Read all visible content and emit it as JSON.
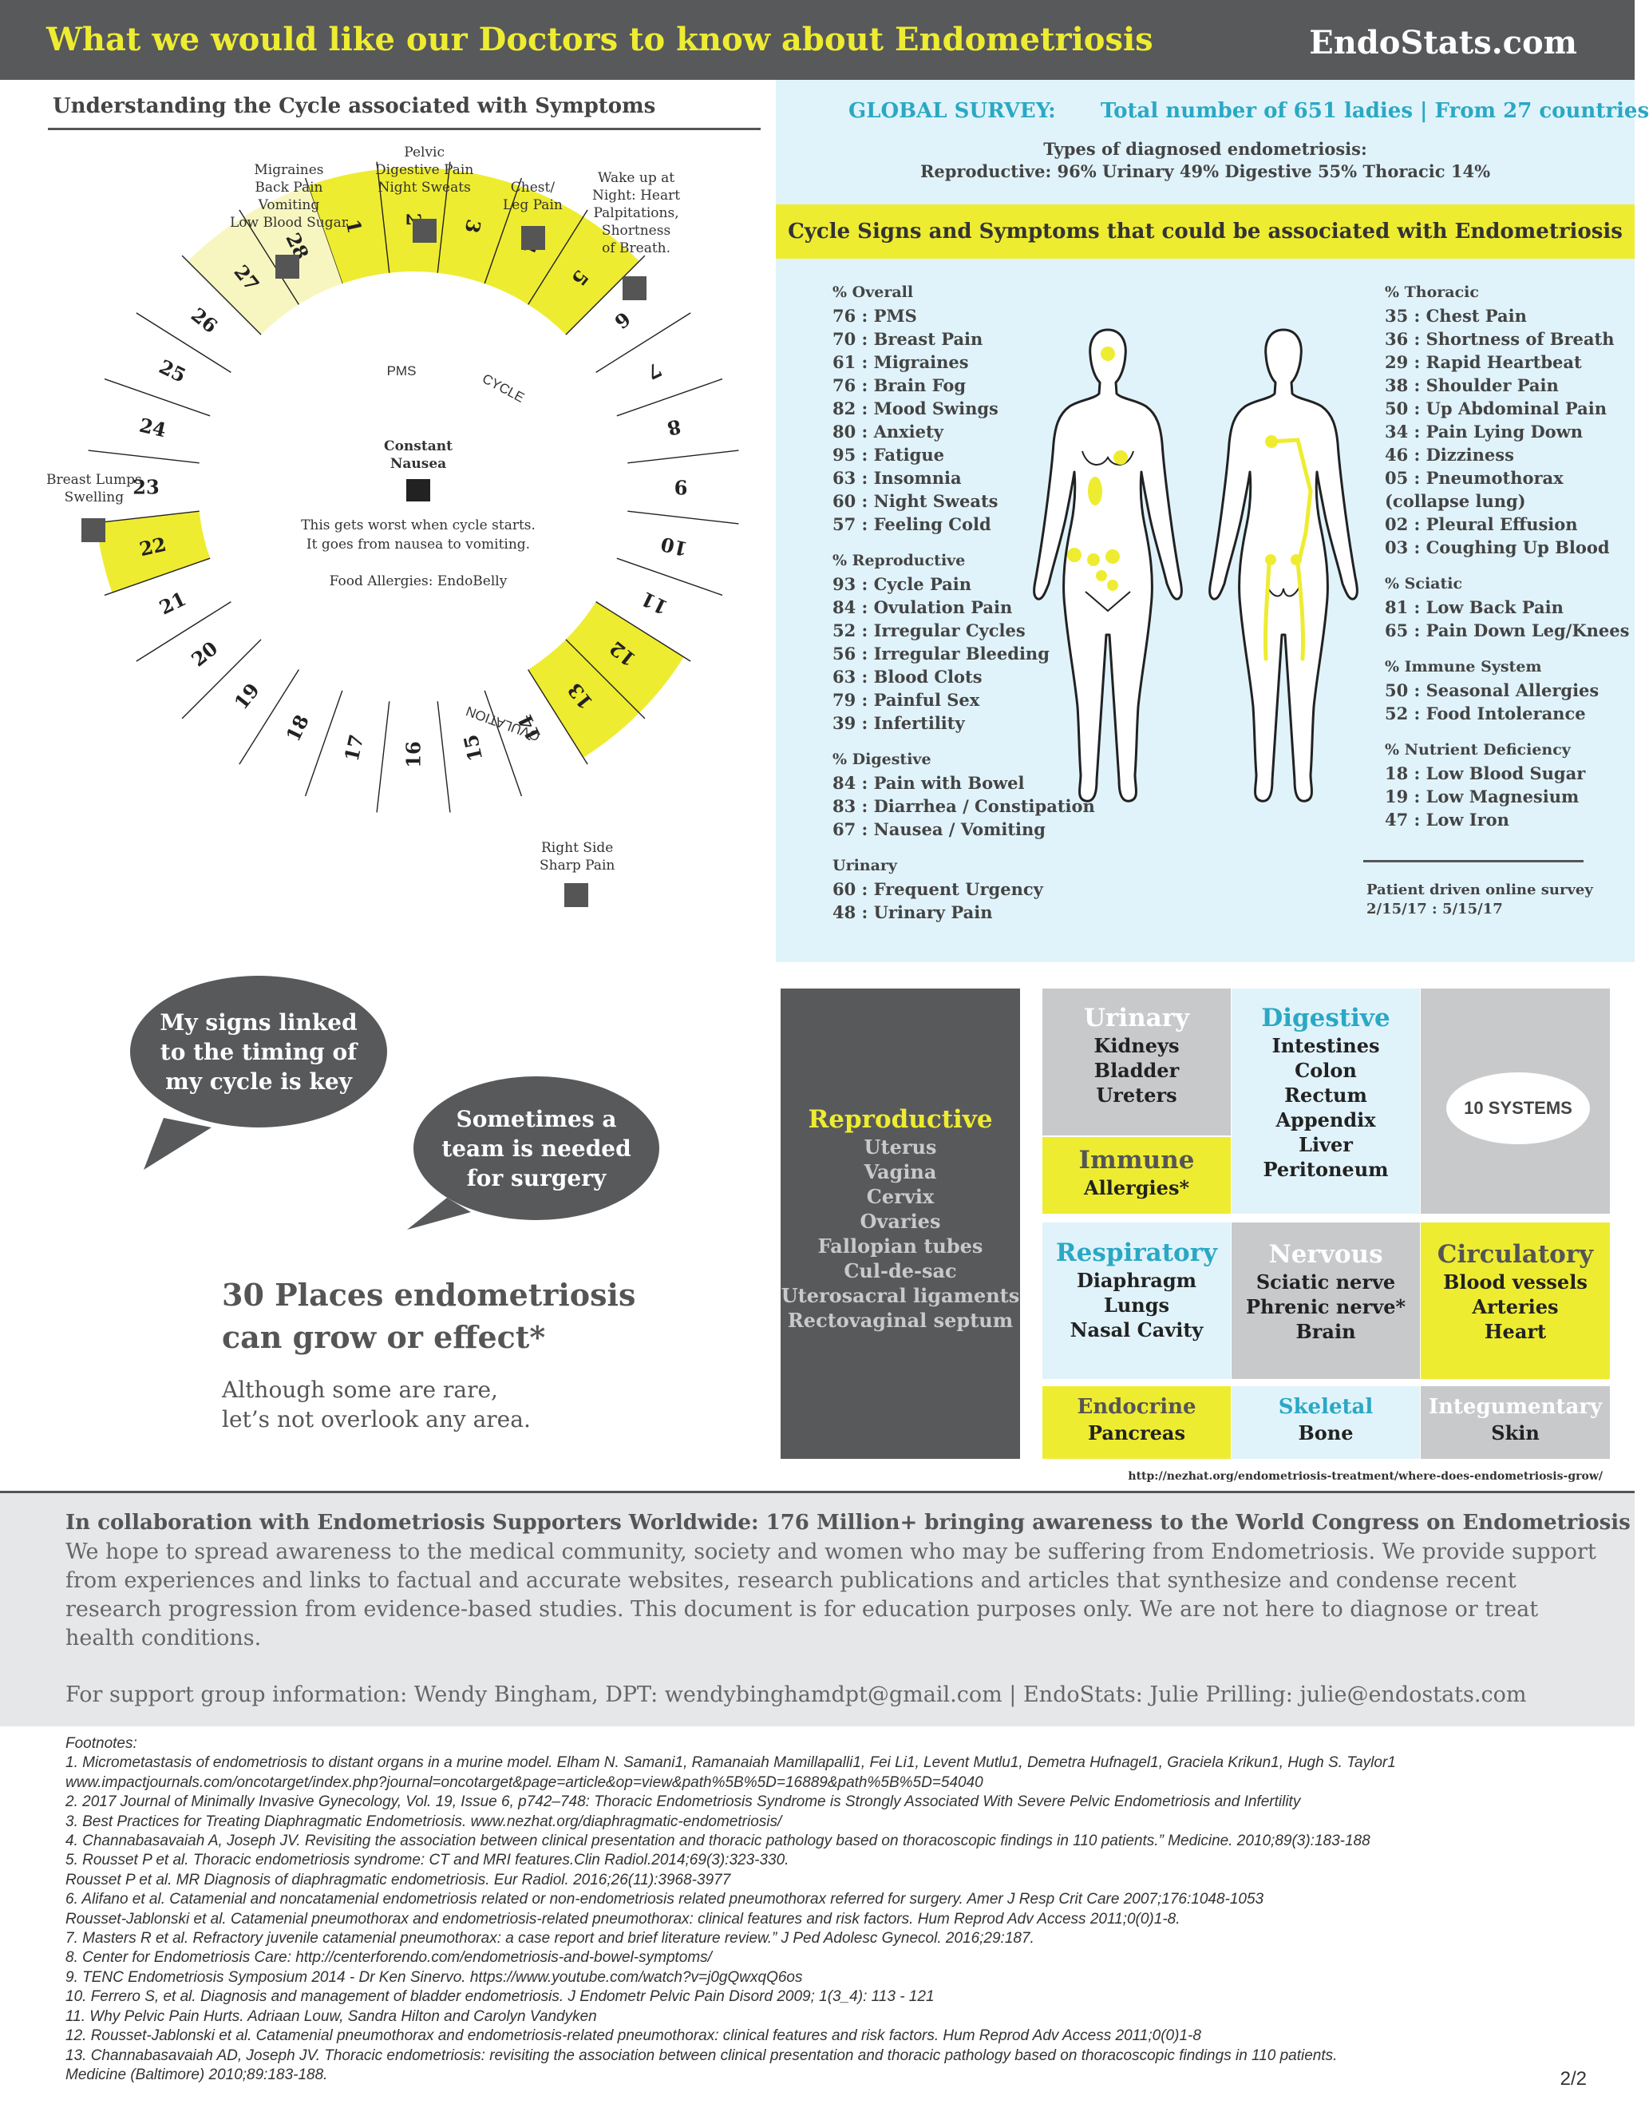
{
  "header": {
    "title": "What we would like our Doctors to know about Endometriosis",
    "site": "EndoStats.com"
  },
  "cycle": {
    "title": "Understanding the Cycle associated with Symptoms",
    "pms_label": "PMS",
    "cycle_label": "CYCLE",
    "ovulation_label": "OVULATION",
    "days": [
      "1",
      "2",
      "3",
      "4",
      "5",
      "6",
      "7",
      "8",
      "9",
      "10",
      "11",
      "12",
      "13",
      "14",
      "15",
      "16",
      "17",
      "18",
      "19",
      "20",
      "21",
      "22",
      "23",
      "24",
      "25",
      "26",
      "27",
      "28"
    ],
    "symptoms": {
      "migraines": "Migraines\nBack Pain\nVomiting\nLow Blood Sugar",
      "pelvic": "Pelvic\nDigestive Pain\nNight Sweats",
      "chest": "Chest/\nLeg Pain",
      "wake": "Wake up at\nNight: Heart\nPalpitations,\nShortness\nof Breath.",
      "breast": "Breast Lumps\nSwelling",
      "right_side": "Right Side\nSharp Pain"
    },
    "nausea_title": "Constant\nNausea",
    "nausea_note": "This gets worst when cycle starts.\nIt goes from nausea to vomiting.",
    "food_allergies": "Food Allergies:  EndoBelly"
  },
  "survey": {
    "global_label": "GLOBAL SURVEY:",
    "total": "Total number of 651 ladies  |  From 27 countries",
    "types_title": "Types of diagnosed endometriosis:",
    "types": "Reproductive: 96% Urinary 49% Digestive 55% Thoracic 14%",
    "bar_title": "Cycle Signs and Symptoms that could be associated with Endometriosis",
    "left_groups": [
      {
        "heading": "% Overall",
        "items": [
          "76 : PMS",
          "70 : Breast Pain",
          "61 : Migraines",
          "76 : Brain Fog",
          "82 : Mood Swings",
          "80 : Anxiety",
          "95 : Fatigue",
          "63 : Insomnia",
          "60 : Night Sweats",
          "57 : Feeling Cold"
        ]
      },
      {
        "heading": "% Reproductive",
        "items": [
          "93 : Cycle Pain",
          "84 : Ovulation Pain",
          "52 : Irregular Cycles",
          "56 : Irregular Bleeding",
          "63 : Blood Clots",
          "79 : Painful Sex",
          "39 : Infertility"
        ]
      },
      {
        "heading": "% Digestive",
        "items": [
          "84 : Pain with Bowel",
          "83 : Diarrhea  / Constipation",
          "67 : Nausea / Vomiting"
        ]
      },
      {
        "heading": "Urinary",
        "items": [
          "60 : Frequent Urgency",
          "48 : Urinary Pain"
        ]
      }
    ],
    "right_groups": [
      {
        "heading": "% Thoracic",
        "items": [
          "35 : Chest Pain",
          "36 : Shortness of Breath",
          "29 : Rapid Heartbeat",
          "38 : Shoulder Pain",
          "50 : Up Abdominal Pain",
          "34 : Pain Lying Down",
          "46 : Dizziness",
          "05 : Pneumothorax",
          "(collapse lung)",
          "02 : Pleural Effusion",
          "03 : Coughing Up Blood"
        ]
      },
      {
        "heading": "% Sciatic",
        "items": [
          "81 : Low Back Pain",
          "65 : Pain Down Leg/Knees"
        ]
      },
      {
        "heading": "% Immune System",
        "items": [
          "50 : Seasonal Allergies",
          "52 : Food Intolerance"
        ]
      },
      {
        "heading": "% Nutrient Deficiency",
        "items": [
          "18 : Low Blood Sugar",
          "19 : Low Magnesium",
          "47 : Low Iron"
        ]
      }
    ],
    "note": "Patient driven online survey",
    "dates": "2/15/17 :  5/15/17"
  },
  "bubbles": {
    "b1": "My signs linked\nto the timing of\nmy cycle is key",
    "b2": "Sometimes a\nteam is needed\nfor surgery"
  },
  "places": {
    "title": "30 Places endometriosis\ncan grow or effect*",
    "sub": "Although some are rare,\nlet’s not overlook any area."
  },
  "systems": {
    "reproductive": {
      "title": "Reproductive",
      "items": "Uterus\nVagina\nCervix\nOvaries\nFallopian tubes\nCul-de-sac\nUterosacral ligaments\nRectovaginal septum"
    },
    "urinary": {
      "title": "Urinary",
      "items": "Kidneys\nBladder\nUreters"
    },
    "digestive": {
      "title": "Digestive",
      "items": "Intestines\nColon\nRectum\nAppendix\nLiver\nPeritoneum"
    },
    "ten": "10 SYSTEMS",
    "immune": {
      "title": "Immune",
      "items": "Allergies*"
    },
    "respiratory": {
      "title": "Respiratory",
      "items": "Diaphragm\nLungs\nNasal Cavity"
    },
    "nervous": {
      "title": "Nervous",
      "items": "Sciatic nerve\nPhrenic nerve*\nBrain"
    },
    "circulatory": {
      "title": "Circulatory",
      "items": "Blood vessels\nArteries\nHeart"
    },
    "endocrine": {
      "title": "Endocrine",
      "items": "Pancreas"
    },
    "skeletal": {
      "title": "Skeletal",
      "items": "Bone"
    },
    "integumentary": {
      "title": "Integumentary",
      "items": "Skin"
    },
    "url": "http://nezhat.org/endometriosis-treatment/where-does-endometriosis-grow/"
  },
  "collab": {
    "heading": "In collaboration with Endometriosis Supporters Worldwide: 176 Million+ bringing awareness to the World Congress on Endometriosis",
    "body": "We hope to spread awareness to the medical community, society and women who may be suffering from Endometriosis. We provide support from experiences and links to factual and accurate websites, research publications and articles that synthesize and condense recent research progression from evidence-based studies. This document is for education purposes only. We are not here to diagnose or treat health conditions.",
    "contact": "For support group information: Wendy Bingham, DPT: wendybinghamdpt@gmail.com  |  EndoStats: Julie Prilling: julie@endostats.com"
  },
  "footnotes": [
    "Footnotes:",
    "1. Micrometastasis of endometriosis to distant organs in a murine model. Elham N. Samani1, Ramanaiah Mamillapalli1, Fei Li1, Levent Mutlu1, Demetra Hufnagel1, Graciela Krikun1, Hugh S. Taylor1",
    "www.impactjournals.com/oncotarget/index.php?journal=oncotarget&page=article&op=view&path%5B%5D=16889&path%5B%5D=54040",
    "2. 2017 Journal of Minimally Invasive Gynecology, Vol. 19, Issue 6, p742–748: Thoracic Endometriosis Syndrome is Strongly Associated With Severe Pelvic Endometriosis and Infertility",
    "3. Best Practices for Treating Diaphragmatic Endometriosis. www.nezhat.org/diaphragmatic-endometriosis/",
    "4. Channabasavaiah A, Joseph JV. Revisiting the association between clinical presentation and thoracic pathology based on thoracoscopic findings in 110 patients.” Medicine. 2010;89(3):183-188",
    "5. Rousset P et al. Thoracic endometriosis syndrome: CT and MRI features.Clin Radiol.2014;69(3):323-330.",
    "Rousset P et al. MR Diagnosis of diaphragmatic endometriosis. Eur Radiol. 2016;26(11):3968-3977",
    "6. Alifano et al. Catamenial and noncatamenial endometriosis related or non-endometriosis related pneumothorax referred for surgery.  Amer J Resp Crit Care 2007;176:1048-1053",
    "Rousset-Jablonski et al. Catamenial pneumothorax and endometriosis-related pneumothorax: clinical features and risk factors. Hum Reprod Adv Access 2011;0(0)1-8.",
    "7. Masters R et al. Refractory juvenile catamenial pneumothorax: a case report and brief literature review.” J Ped Adolesc Gynecol. 2016;29:187.",
    "8. Center for Endometriosis Care: http://centerforendo.com/endometriosis-and-bowel-symptoms/",
    "9. TENC Endometriosis Symposium 2014 - Dr Ken Sinervo. https://www.youtube.com/watch?v=j0gQwxqQ6os",
    "10. Ferrero S, et al. Diagnosis and management of bladder endometriosis.  J Endometr Pelvic Pain Disord 2009; 1(3_4): 113 - 121",
    "11. Why Pelvic Pain Hurts. Adriaan Louw, Sandra Hilton and Carolyn Vandyken",
    "12. Rousset-Jablonski et al. Catamenial pneumothorax and endometriosis-related pneumothorax: clinical features and risk factors. Hum Reprod Adv Access 2011;0(0)1-8",
    "13. Channabasavaiah AD, Joseph JV. Thoracic endometriosis: revisiting the association between clinical presentation and thoracic pathology based on thoracoscopic findings in 110 patients.",
    "Medicine (Baltimore) 2010;89:183-188."
  ],
  "page_number": "2/2",
  "colors": {
    "yellow": "#eeec31",
    "pale_yellow": "#f8f6c0",
    "gray": "#58595b",
    "light_gray": "#c8c9cb",
    "light_blue": "#e0f3fb",
    "teal": "#2aa8c4"
  }
}
